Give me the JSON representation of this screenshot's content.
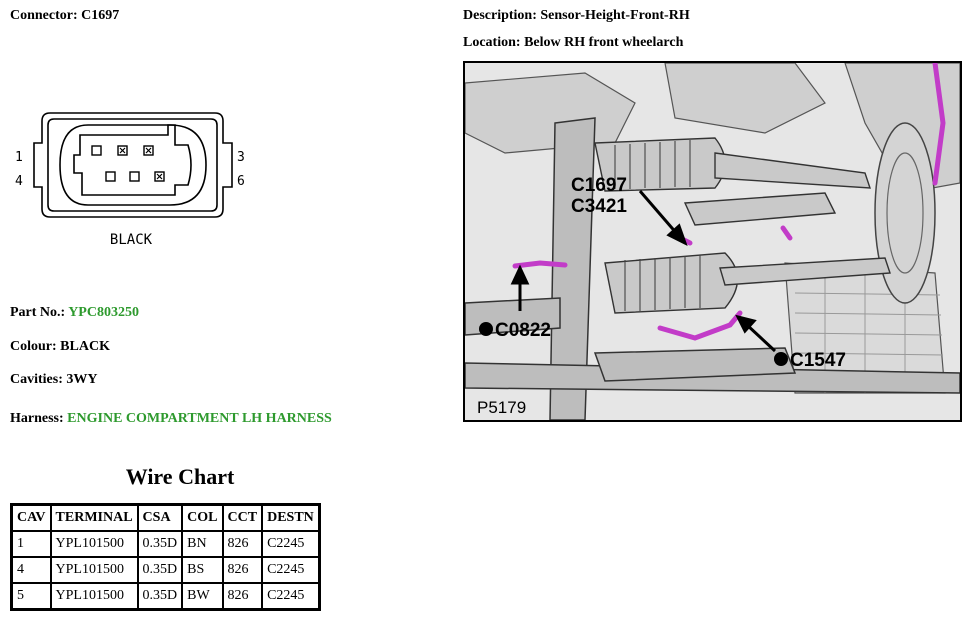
{
  "connector": {
    "label": "Connector:",
    "value": "C1697"
  },
  "description": {
    "label": "Description:",
    "value": "Sensor-Height-Front-RH"
  },
  "location": {
    "label": "Location:",
    "value": "Below RH front wheelarch"
  },
  "drawing": {
    "pin_labels": [
      "1",
      "4",
      "3",
      "6"
    ],
    "colour_text": "BLACK"
  },
  "photo": {
    "callouts": {
      "c1697": "C1697",
      "c3421": "C3421",
      "c0822": "C0822",
      "c1547": "C1547",
      "ref": "P5179"
    }
  },
  "part_no": {
    "label": "Part No.:",
    "value": "YPC803250"
  },
  "colour": {
    "label": "Colour:",
    "value": "BLACK"
  },
  "cavities": {
    "label": "Cavities:",
    "value": "3WY"
  },
  "harness": {
    "label": "Harness:",
    "value": "ENGINE COMPARTMENT LH HARNESS"
  },
  "wire_chart": {
    "title": "Wire Chart",
    "headers": [
      "CAV",
      "TERMINAL",
      "CSA",
      "COL",
      "CCT",
      "DESTN"
    ],
    "rows": [
      [
        "1",
        "YPL101500",
        "0.35D",
        "BN",
        "826",
        "C2245"
      ],
      [
        "4",
        "YPL101500",
        "0.35D",
        "BS",
        "826",
        "C2245"
      ],
      [
        "5",
        "YPL101500",
        "0.35D",
        "BW",
        "826",
        "C2245"
      ]
    ]
  },
  "colors": {
    "accent_green": "#2e9a2e",
    "harness_magenta": "#c23cc8"
  }
}
